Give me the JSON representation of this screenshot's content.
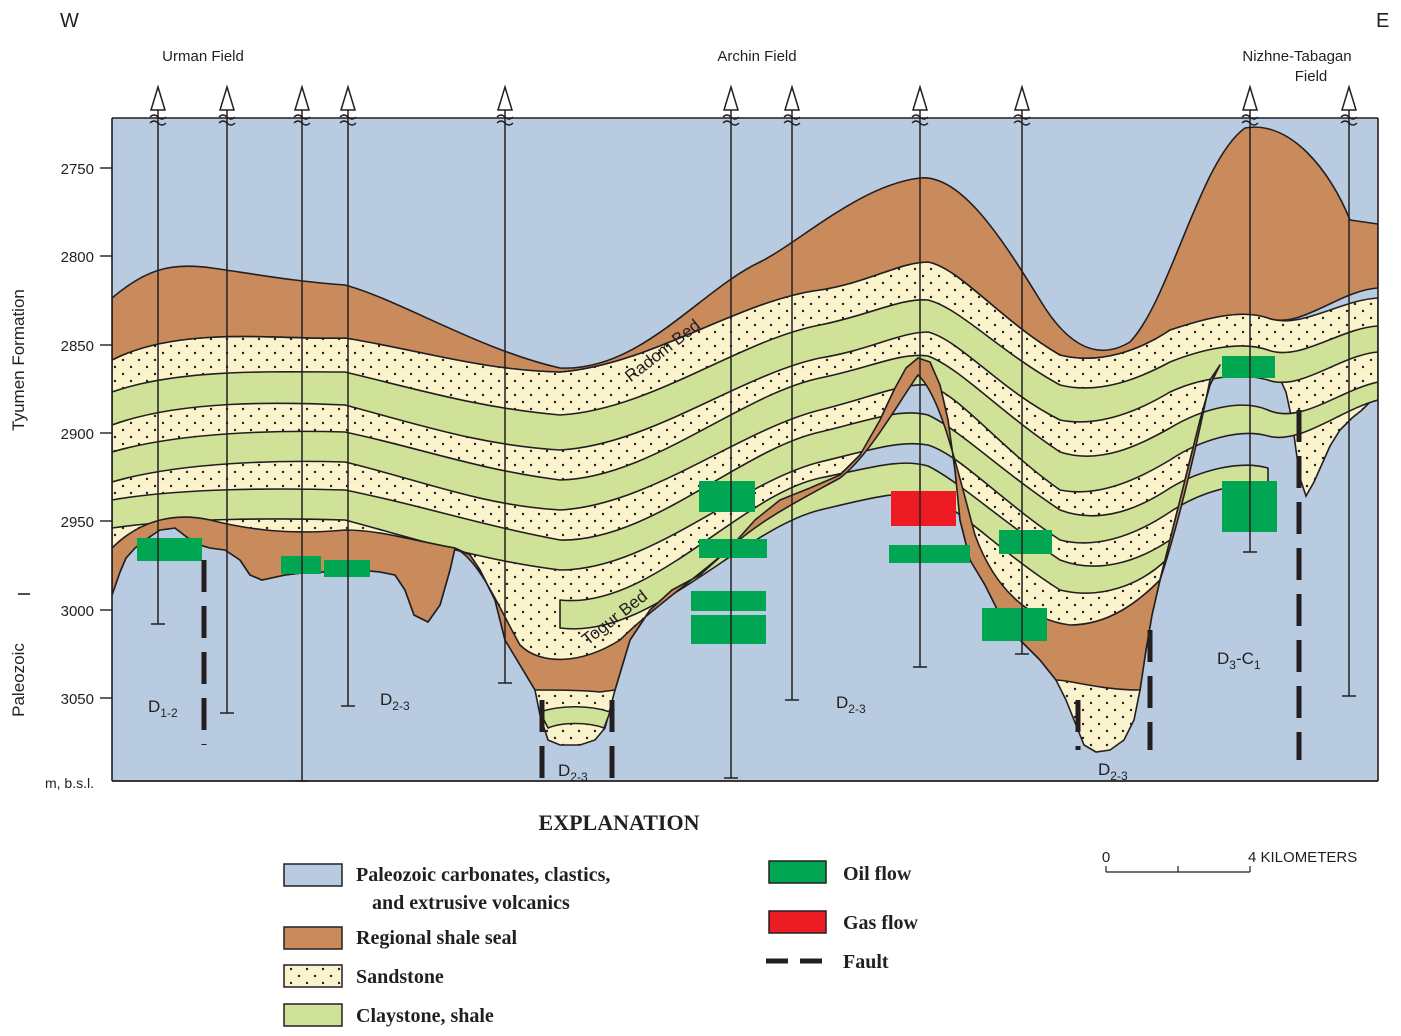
{
  "orientation": {
    "west": "W",
    "east": "E"
  },
  "fields": [
    "Urman Field",
    "Archin Field",
    "Nizhne-Tabagan",
    "Field"
  ],
  "y_axis": {
    "ticks": [
      "2750",
      "2800",
      "2850",
      "2900",
      "2950",
      "3000",
      "3050"
    ],
    "unit": "m, b.s.l.",
    "upper_unit": "Tyumen Formation",
    "lower_unit": "Paleozoic"
  },
  "beds": {
    "radom": "Radom Bed",
    "togur": "Togur Bed"
  },
  "ages": {
    "a1": {
      "base": "D",
      "sub": "1-2"
    },
    "a2": {
      "base": "D",
      "sub": "2-3"
    },
    "a3": {
      "base": "D",
      "sub": "2-3"
    },
    "a4": {
      "base": "D",
      "sub": "2-3"
    },
    "a5": {
      "base": "D",
      "sub": "2-3"
    },
    "a6": {
      "base": "D",
      "sub": "3",
      "mid": "-C",
      "sub2": "1"
    }
  },
  "explanation": {
    "title": "EXPLANATION",
    "paleozoic_line1": "Paleozoic carbonates, clastics,",
    "paleozoic_line2": "and extrusive volcanics",
    "shale_seal": "Regional shale seal",
    "sandstone": "Sandstone",
    "claystone": "Claystone, shale",
    "oil": "Oil flow",
    "gas": "Gas flow",
    "fault": "Fault"
  },
  "scale": {
    "zero": "0",
    "length": "4 KILOMETERS"
  },
  "colors": {
    "paleozoic": "#b9cbe0",
    "shale_seal": "#c98a5c",
    "sandstone": "#fbf3cc",
    "claystone": "#cfe297",
    "oil": "#00a651",
    "gas": "#ed1c24",
    "ink": "#231f20"
  }
}
